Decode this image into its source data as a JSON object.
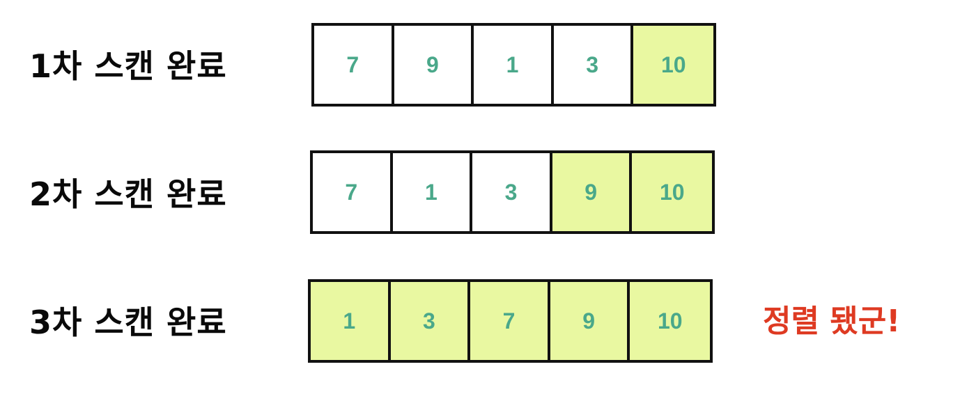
{
  "rows": [
    {
      "label": "1차 스캔 완료",
      "cells": [
        {
          "value": "7",
          "sorted": false
        },
        {
          "value": "9",
          "sorted": false
        },
        {
          "value": "1",
          "sorted": false
        },
        {
          "value": "3",
          "sorted": false
        },
        {
          "value": "10",
          "sorted": true
        }
      ]
    },
    {
      "label": "2차 스캔 완료",
      "cells": [
        {
          "value": "7",
          "sorted": false
        },
        {
          "value": "1",
          "sorted": false
        },
        {
          "value": "3",
          "sorted": false
        },
        {
          "value": "9",
          "sorted": true
        },
        {
          "value": "10",
          "sorted": true
        }
      ]
    },
    {
      "label": "3차 스캔 완료",
      "cells": [
        {
          "value": "1",
          "sorted": true
        },
        {
          "value": "3",
          "sorted": true
        },
        {
          "value": "7",
          "sorted": true
        },
        {
          "value": "9",
          "sorted": true
        },
        {
          "value": "10",
          "sorted": true
        }
      ]
    }
  ],
  "result_message": "정렬 됐군!",
  "colors": {
    "sorted_fill": "#e9f8a1",
    "number_text": "#4aa88a",
    "message_text": "#de3a22",
    "border": "#111111"
  }
}
